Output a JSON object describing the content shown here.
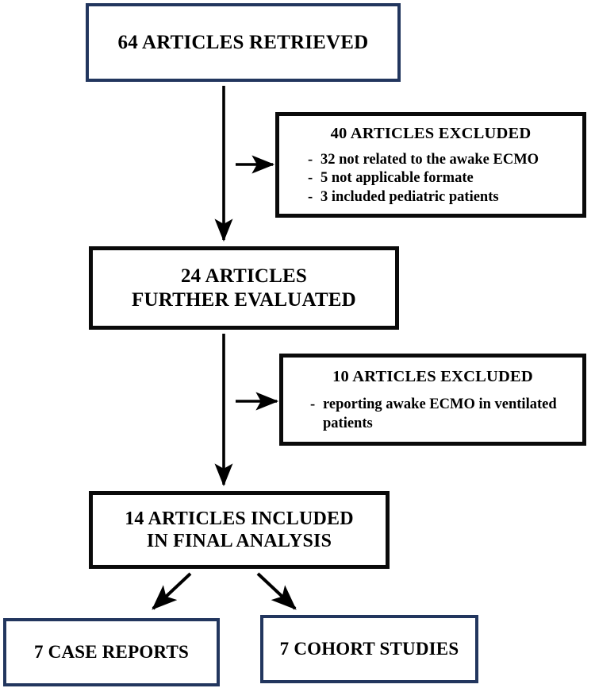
{
  "diagram": {
    "type": "prisma-flowchart",
    "title": "Article selection flowchart",
    "colors": {
      "navy_border": "#22365e",
      "black_border": "#0a0a0a",
      "background": "#ffffff",
      "text": "#000000",
      "arrow": "#000000"
    },
    "nodes": {
      "retrieved": {
        "label": "64 ARTICLES RETRIEVED",
        "count": 64,
        "border": "navy"
      },
      "excluded_40": {
        "label": "40 ARTICLES EXCLUDED",
        "count": 40,
        "border": "black",
        "bullets": [
          {
            "marker": "-",
            "text": "32 not related to the awake ECMO"
          },
          {
            "marker": "-",
            "text": "5 not applicable formate"
          },
          {
            "marker": "-",
            "text": "3 included pediatric patients"
          }
        ]
      },
      "further_evaluated": {
        "line1": "24 ARTICLES",
        "line2": "FURTHER EVALUATED",
        "count": 24,
        "border": "black"
      },
      "excluded_10": {
        "label": "10 ARTICLES EXCLUDED",
        "count": 10,
        "border": "black",
        "bullets": [
          {
            "marker": "-",
            "text": "reporting awake ECMO in ventilated patients"
          }
        ]
      },
      "included": {
        "line1": "14 ARTICLES INCLUDED",
        "line2": "IN FINAL ANALYSIS",
        "count": 14,
        "border": "black"
      },
      "case_reports": {
        "label": "7 CASE REPORTS",
        "count": 7,
        "border": "navy"
      },
      "cohort_studies": {
        "label": "7 COHORT STUDIES",
        "count": 7,
        "border": "navy"
      }
    },
    "edges": [
      {
        "name": "retrieved-to-further",
        "from": "retrieved",
        "to": "further_evaluated",
        "direction": "down"
      },
      {
        "name": "retrieved-to-excluded-40",
        "from": "retrieved",
        "to": "excluded_40",
        "direction": "right"
      },
      {
        "name": "further-to-included",
        "from": "further_evaluated",
        "to": "included",
        "direction": "down"
      },
      {
        "name": "further-to-excluded-10",
        "from": "further_evaluated",
        "to": "excluded_10",
        "direction": "right"
      },
      {
        "name": "included-to-case-reports",
        "from": "included",
        "to": "case_reports",
        "direction": "down-left"
      },
      {
        "name": "included-to-cohort-studies",
        "from": "included",
        "to": "cohort_studies",
        "direction": "down-right"
      }
    ]
  }
}
